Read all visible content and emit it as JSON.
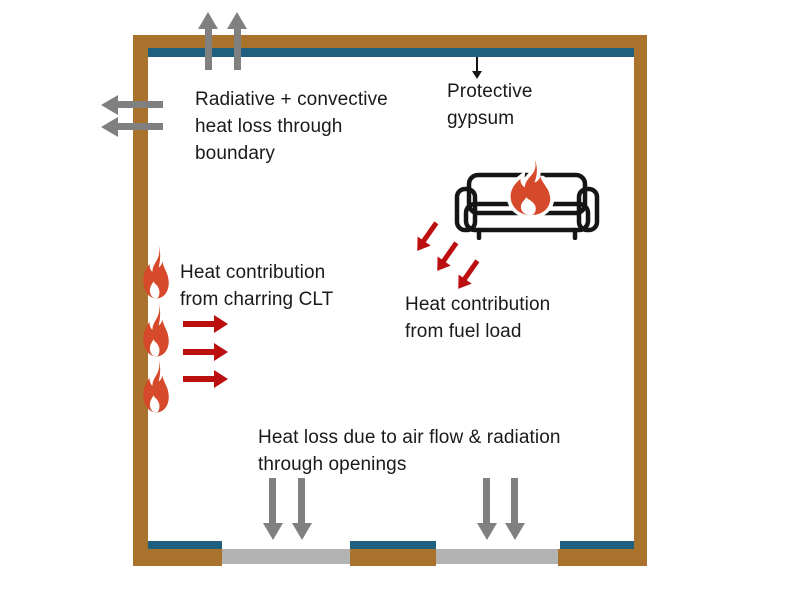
{
  "labels": {
    "boundary_loss": "Radiative + convective heat loss through boundary",
    "protective_gypsum": "Protective gypsum",
    "charring_clt": "Heat contribution from charring CLT",
    "fuel_load": "Heat contribution from fuel load",
    "openings_loss": "Heat loss due to air flow & radiation through openings"
  },
  "colors": {
    "wall_brown": "#A9732E",
    "gypsum_blue": "#1F5F7F",
    "opening_gray": "#B3B3B3",
    "loss_arrow_gray": "#808080",
    "heat_arrow_red": "#BB0F10",
    "flame_orange": "#D6492A",
    "text": "#1A1A1A"
  },
  "icons": {
    "furniture": "sofa-icon",
    "fire": "flame-icon",
    "arrow_groups": [
      {
        "name": "boundary-loss-up-arrows",
        "direction": "up",
        "count": 2,
        "color": "gray"
      },
      {
        "name": "boundary-loss-left-arrows",
        "direction": "left",
        "count": 2,
        "color": "gray"
      },
      {
        "name": "gypsum-pointer-arrow",
        "direction": "down",
        "count": 1,
        "color": "black"
      },
      {
        "name": "fuel-load-heat-arrows",
        "direction": "down-left",
        "count": 3,
        "color": "dark-red"
      },
      {
        "name": "clt-heat-arrows",
        "direction": "right",
        "count": 3,
        "color": "dark-red"
      },
      {
        "name": "opening-loss-down-arrows",
        "direction": "down",
        "count": 4,
        "color": "gray"
      }
    ],
    "wall_flames_count": 3
  }
}
